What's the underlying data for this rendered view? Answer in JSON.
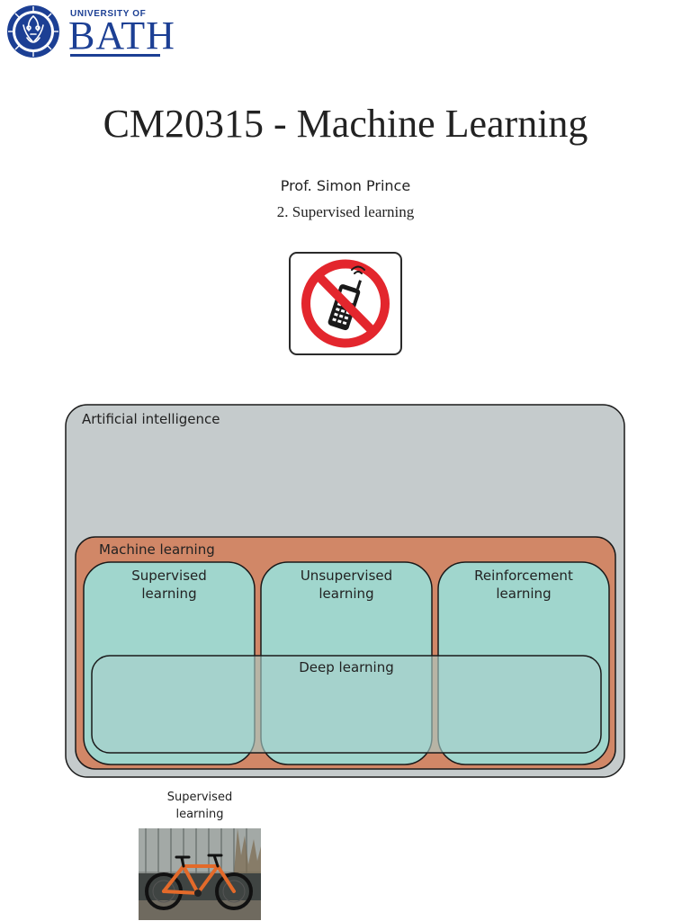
{
  "logo": {
    "top_line": "UNIVERSITY OF",
    "name": "BATH"
  },
  "slide": {
    "title": "CM20315 - Machine Learning",
    "author": "Prof. Simon Prince",
    "lecture": "2. Supervised learning"
  },
  "icons": {
    "sign": "no-mobile-phones-icon"
  },
  "diagram": {
    "outer": "Artificial intelligence",
    "ml": "Machine learning",
    "supervised_1": "Supervised",
    "supervised_2": "learning",
    "unsupervised_1": "Unsupervised",
    "unsupervised_2": "learning",
    "reinforcement_1": "Reinforcement",
    "reinforcement_2": "learning",
    "deep": "Deep learning"
  },
  "bike_card": {
    "label_1": "Supervised",
    "label_2": "learning"
  },
  "colors": {
    "ai_fill": "#c5cbcc",
    "ml_fill": "#d18767",
    "sub_fill": "#9ed9d1",
    "deep_fill": "#a8d1cc",
    "bath_blue": "#1c3f94",
    "sign_red": "#e3262d"
  }
}
